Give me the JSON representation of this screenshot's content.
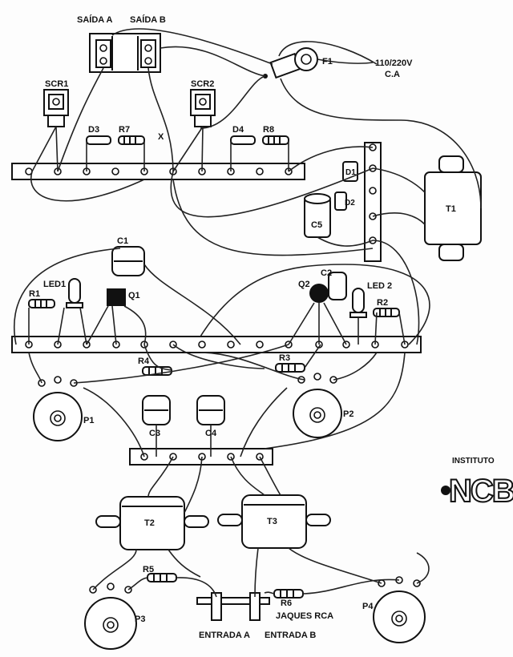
{
  "labels": {
    "saida_a": "SAÍDA A",
    "saida_b": "SAÍDA B",
    "fuse": "F1",
    "mains_voltage": "110/220V",
    "mains_ca": "C.A",
    "scr1": "SCR1",
    "scr2": "SCR2",
    "d3": "D3",
    "r7": "R7",
    "x_mark": "X",
    "d4": "D4",
    "r8": "R8",
    "d1": "D1",
    "d2": "D2",
    "c5": "C5",
    "t1": "T1",
    "c1": "C1",
    "led1": "LED1",
    "r1": "R1",
    "q1": "Q1",
    "q2": "Q2",
    "c2": "C2",
    "led2": "LED 2",
    "r2": "R2",
    "r3": "R3",
    "r4": "R4",
    "p1": "P1",
    "p2": "P2",
    "c3": "C3",
    "c4": "C4",
    "t2": "T2",
    "t3": "T3",
    "r5": "R5",
    "r6": "R6",
    "jaques": "JAQUES RCA",
    "p3": "P3",
    "p4": "P4",
    "entrada_a": "ENTRADA A",
    "entrada_b": "ENTRADA B"
  },
  "logo": {
    "top": "INSTITUTO",
    "brand": "NCB"
  }
}
